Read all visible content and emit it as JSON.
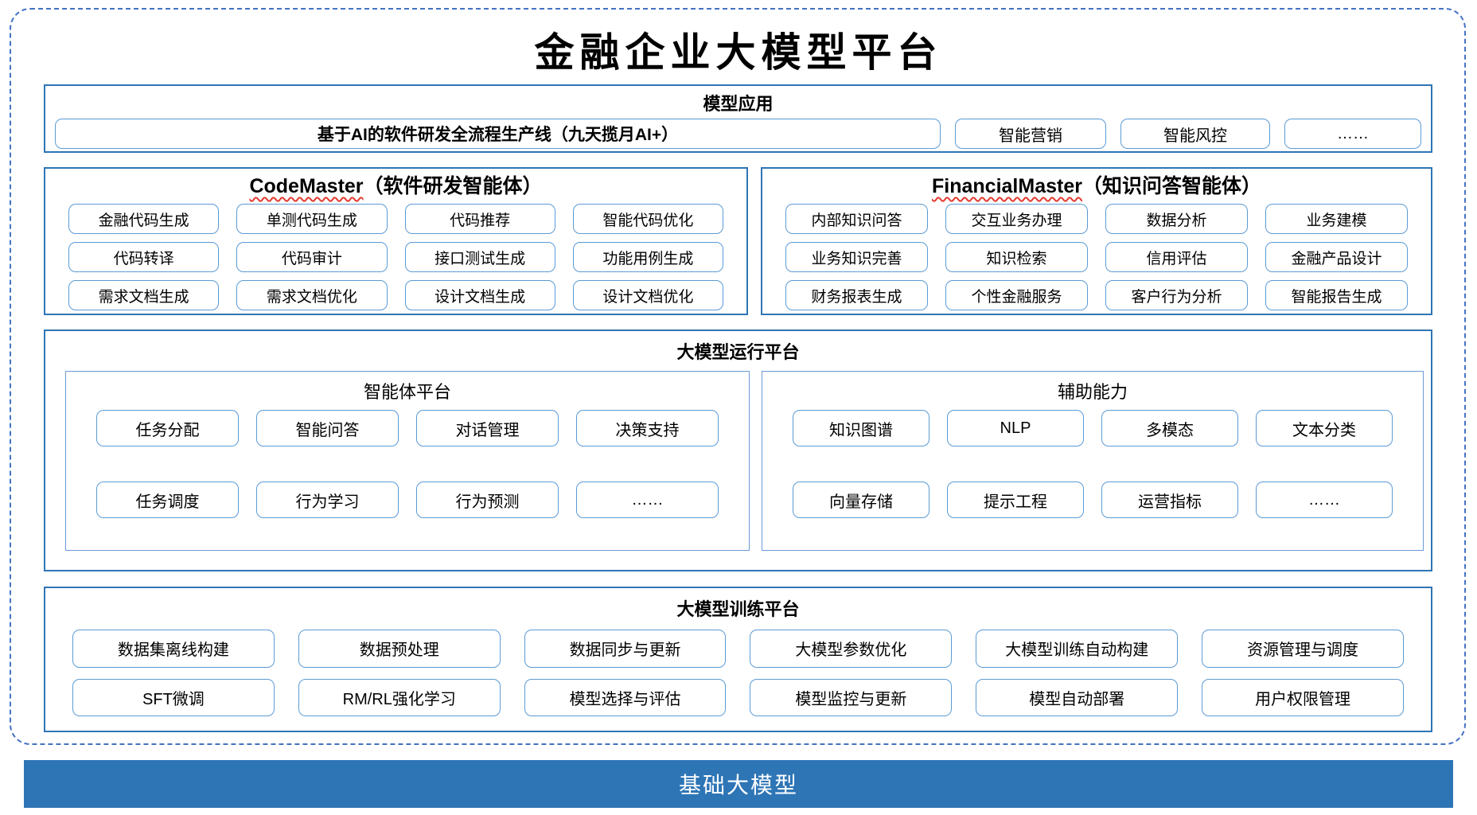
{
  "title": "金融企业大模型平台",
  "colors": {
    "solid_border": "#2e75b6",
    "box_border": "#5b9bd5",
    "dashed_frame": "#4472c4",
    "foundation_bg": "#2e75b6",
    "wavy_underline": "#e23a2e"
  },
  "sections": {
    "model_app": {
      "header": "模型应用",
      "main_box": "基于AI的软件研发全流程生产线（九天揽月AI+）",
      "boxes": [
        "智能营销",
        "智能风控",
        "……"
      ]
    },
    "code_master": {
      "title_en": "CodeMaster",
      "title_zh": "（软件研发智能体）",
      "boxes": [
        "金融代码生成",
        "单测代码生成",
        "代码推荐",
        "智能代码优化",
        "代码转译",
        "代码审计",
        "接口测试生成",
        "功能用例生成",
        "需求文档生成",
        "需求文档优化",
        "设计文档生成",
        "设计文档优化"
      ]
    },
    "financial_master": {
      "title_en": "FinancialMaster",
      "title_zh": "（知识问答智能体）",
      "boxes": [
        "内部知识问答",
        "交互业务办理",
        "数据分析",
        "业务建模",
        "业务知识完善",
        "知识检索",
        "信用评估",
        "金融产品设计",
        "财务报表生成",
        "个性金融服务",
        "客户行为分析",
        "智能报告生成"
      ]
    },
    "runtime": {
      "header": "大模型运行平台",
      "agent_platform": {
        "title": "智能体平台",
        "boxes": [
          "任务分配",
          "智能问答",
          "对话管理",
          "决策支持",
          "任务调度",
          "行为学习",
          "行为预测",
          "……"
        ]
      },
      "aux": {
        "title": "辅助能力",
        "boxes": [
          "知识图谱",
          "NLP",
          "多模态",
          "文本分类",
          "向量存储",
          "提示工程",
          "运营指标",
          "……"
        ]
      }
    },
    "training": {
      "header": "大模型训练平台",
      "boxes": [
        "数据集离线构建",
        "数据预处理",
        "数据同步与更新",
        "大模型参数优化",
        "大模型训练自动构建",
        "资源管理与调度",
        "SFT微调",
        "RM/RL强化学习",
        "模型选择与评估",
        "模型监控与更新",
        "模型自动部署",
        "用户权限管理"
      ]
    },
    "foundation": {
      "label": "基础大模型"
    }
  }
}
